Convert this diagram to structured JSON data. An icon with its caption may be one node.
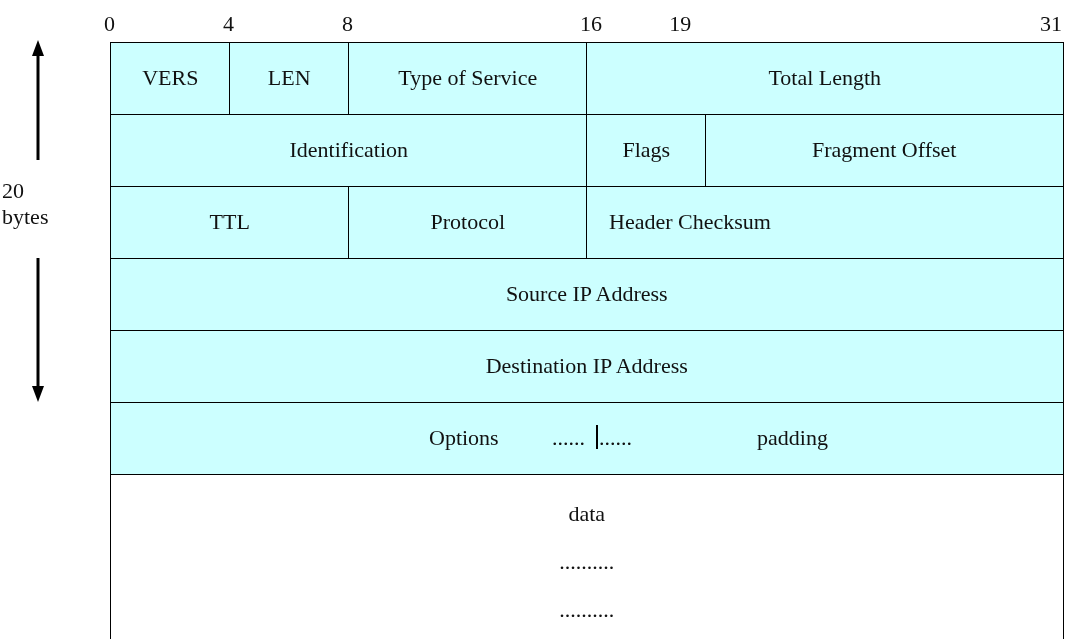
{
  "diagram": {
    "nodes": [
      {
        "text": [
          "VERS"
        ]
      },
      {
        "text": [
          "LEN"
        ]
      },
      {
        "text": [
          "Type of Service"
        ]
      },
      {
        "text": [
          "Total Length"
        ]
      },
      {
        "text": [
          "Identification"
        ]
      },
      {
        "text": [
          "Flags"
        ]
      },
      {
        "text": [
          "Fragment Offset"
        ]
      },
      {
        "text": [
          "TTL"
        ]
      },
      {
        "text": [
          "Protocol"
        ]
      },
      {
        "text": [
          "Header Checksum"
        ]
      },
      {
        "text": [
          "Source IP Address"
        ]
      },
      {
        "text": [
          "Destination IP Address"
        ]
      },
      {
        "text": [
          "Options",
          "......",
          "......",
          "padding"
        ]
      },
      {
        "text": [
          "data",
          "..........",
          ".........."
        ]
      }
    ],
    "edges": [],
    "labels": [
      "0",
      "4",
      "8",
      "16",
      "19",
      "31",
      "20 bytes"
    ]
  }
}
